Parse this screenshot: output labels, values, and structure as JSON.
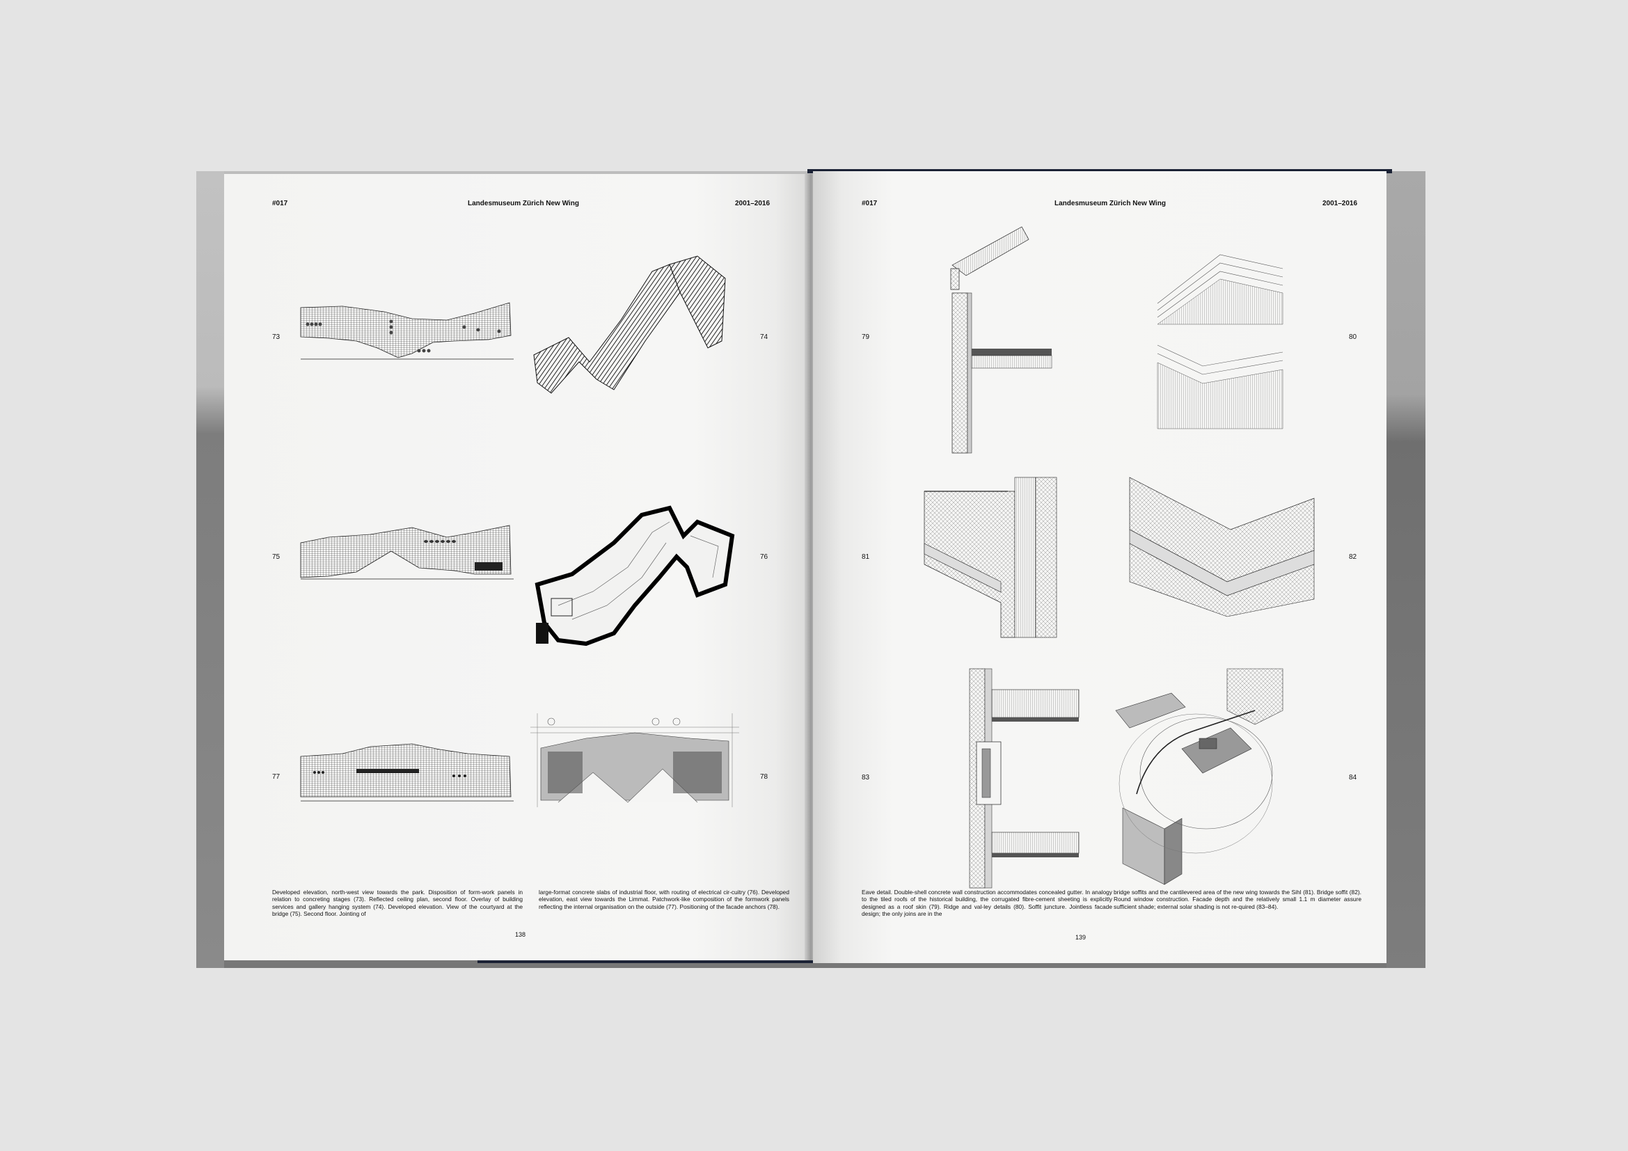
{
  "left_page": {
    "project_number": "#017",
    "title": "Landesmuseum Zürich New Wing",
    "years": "2001–2016",
    "figures": [
      "73",
      "74",
      "75",
      "76",
      "77",
      "78"
    ],
    "caption_col1": "Developed elevation, north-west view towards the park. Disposition of form-work panels in relation to concreting stages (73). Reflected ceiling plan, second floor. Overlay of building services and gallery hanging system (74). Developed elevation. View of the courtyard at the bridge (75). Second floor. Jointing of",
    "caption_col2": "large-format concrete slabs of industrial floor, with routing of electrical cir-cuitry (76). Developed elevation, east view towards the Limmat. Patchwork-like composition of the formwork panels reflecting the internal organisation on the outside (77). Positioning of the facade anchors (78).",
    "page_number": "138"
  },
  "right_page": {
    "project_number": "#017",
    "title": "Landesmuseum Zürich New Wing",
    "years": "2001–2016",
    "figures": [
      "79",
      "80",
      "81",
      "82",
      "83",
      "84"
    ],
    "caption_col1": "Eave detail. Double-shell concrete wall construction accommodates concealed gutter. In analogy to the tiled roofs of the historical building, the corrugated fibre-cement sheeting is explicitly designed as a roof skin (79). Ridge and val-ley details (80). Soffit juncture. Jointless facade design; the only joins are in the",
    "caption_col2": "bridge soffits and the cantilevered area of the new wing towards the Sihl (81). Bridge soffit (82). Round window construction. Facade depth and the relatively small 1.1 m diameter assure sufficient shade; external solar shading is not re-quired (83–84).",
    "page_number": "139"
  }
}
